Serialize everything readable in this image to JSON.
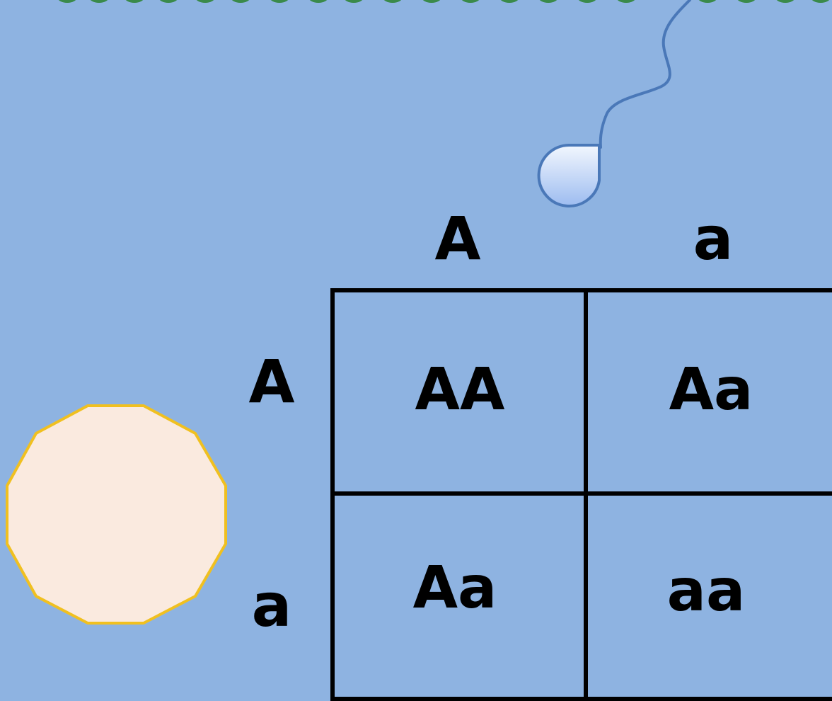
{
  "colors": {
    "background": "#8eb3e1",
    "grid": "#000000",
    "egg_fill": "#faeadf",
    "egg_stroke": "#f0c020",
    "sperm_stroke": "#4a78b8",
    "sperm_fill_light": "#f2f7fe",
    "sperm_fill_dark": "#9dbcf0",
    "cut_off_text": "#3a8a4a"
  },
  "icons": {
    "egg": "egg-cell-icon",
    "sperm": "sperm-cell-icon"
  },
  "punnett": {
    "top_alleles": [
      "A",
      "a"
    ],
    "side_alleles": [
      "A",
      "a"
    ],
    "cells": [
      [
        "AA",
        "Aa"
      ],
      [
        "Aa",
        "aa"
      ]
    ]
  }
}
